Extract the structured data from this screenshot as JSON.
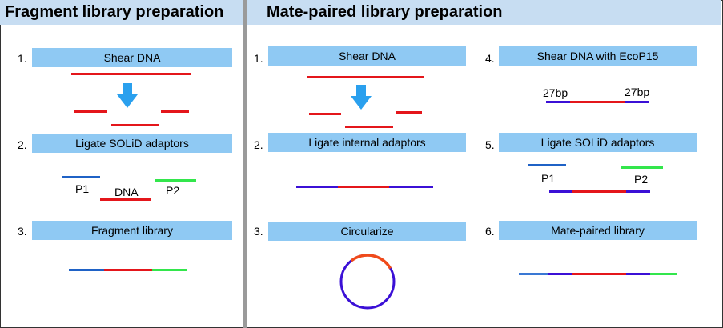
{
  "headers": {
    "fragment": "Fragment library preparation",
    "mate": "Mate-paired library preparation"
  },
  "fragment_steps": [
    {
      "num": "1.",
      "label": "Shear DNA"
    },
    {
      "num": "2.",
      "label": "Ligate SOLiD adaptors"
    },
    {
      "num": "3.",
      "label": "Fragment library"
    }
  ],
  "mate_steps": [
    {
      "num": "1.",
      "label": "Shear DNA"
    },
    {
      "num": "2.",
      "label": "Ligate internal adaptors"
    },
    {
      "num": "3.",
      "label": "Circularize"
    },
    {
      "num": "4.",
      "label": "Shear DNA with EcoP15"
    },
    {
      "num": "5.",
      "label": "Ligate SOLiD adaptors"
    },
    {
      "num": "6.",
      "label": "Mate-paired library"
    }
  ],
  "labels": {
    "p1": "P1",
    "p2": "P2",
    "dna": "DNA",
    "bp_left": "27bp",
    "bp_right": "27bp"
  },
  "colors": {
    "header_bg": "#c7ddf2",
    "step_box": "#8fc9f3",
    "dna_red": "#e4161b",
    "adaptor_blue": "#1f62c6",
    "internal_purple": "#3b10d6",
    "adaptor_green": "#33e64c",
    "arrow": "#2aa0ee"
  }
}
